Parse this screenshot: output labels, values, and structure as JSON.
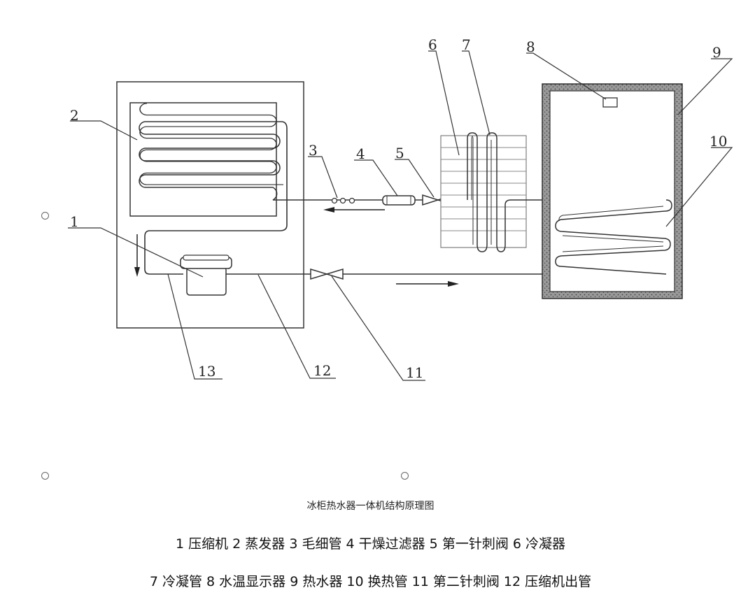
{
  "diagram": {
    "labels": {
      "n1": "1",
      "n2": "2",
      "n3": "3",
      "n4": "4",
      "n5": "5",
      "n6": "6",
      "n7": "7",
      "n8": "8",
      "n9": "9",
      "n10": "10",
      "n11": "11",
      "n12": "12",
      "n13": "13"
    }
  },
  "caption": {
    "title": "冰柜热水器一体机结构原理图",
    "legend_line1": "1 压缩机 2 蒸发器 3 毛细管 4 干燥过滤器 5 第一针刺阀 6 冷凝器",
    "legend_line2": "7 冷凝管 8 水温显示器 9 热水器 10 换热管 11 第二针刺阀 12 压缩机出管"
  }
}
